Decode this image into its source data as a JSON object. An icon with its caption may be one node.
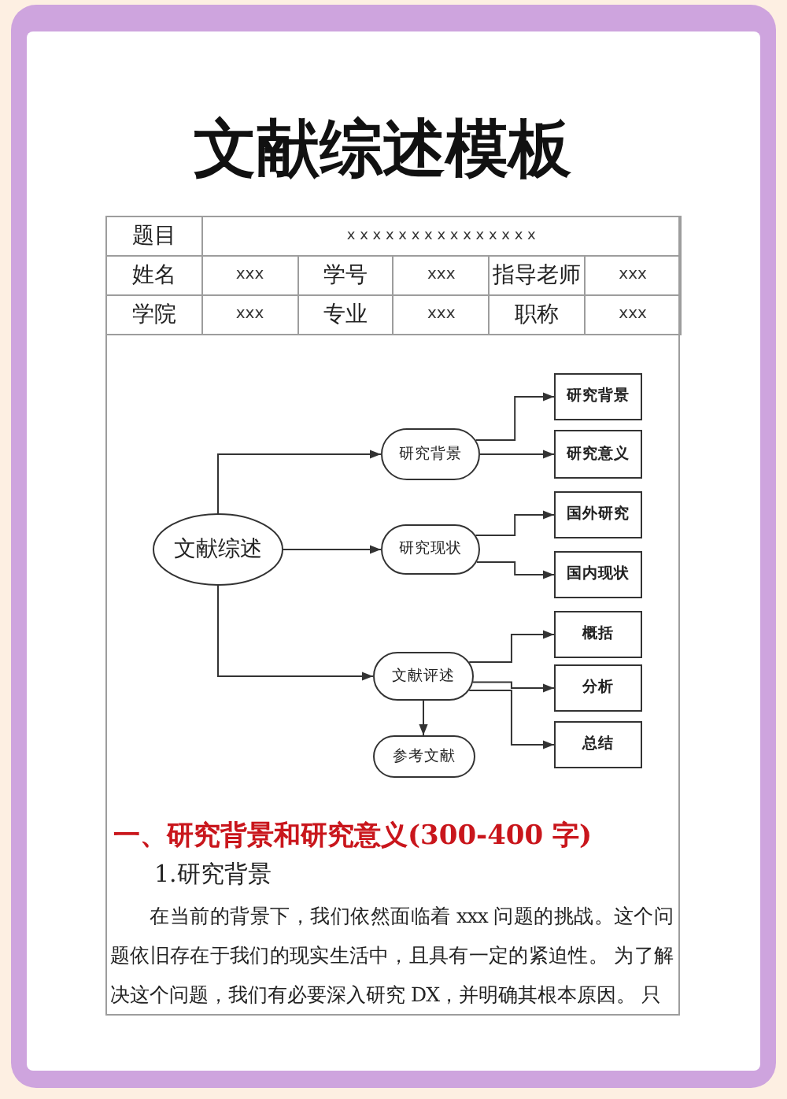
{
  "diagram": {
    "title": "文献综述模板",
    "nodes": [
      {
        "text": [
          "文献综述"
        ]
      },
      {
        "text": [
          "研究背景"
        ]
      },
      {
        "text": [
          "研究现状"
        ]
      },
      {
        "text": [
          "文献评述"
        ]
      },
      {
        "text": [
          "参考文献"
        ]
      },
      {
        "text": [
          "研究背景"
        ]
      },
      {
        "text": [
          "研究意义"
        ]
      },
      {
        "text": [
          "国外研究"
        ]
      },
      {
        "text": [
          "国内现状"
        ]
      },
      {
        "text": [
          "概括"
        ]
      },
      {
        "text": [
          "分析"
        ]
      },
      {
        "text": [
          "总结"
        ]
      }
    ],
    "edges": [
      {
        "from": 0,
        "to": 1,
        "arrow": "to"
      },
      {
        "from": 0,
        "to": 2,
        "arrow": "to"
      },
      {
        "from": 0,
        "to": 3,
        "arrow": "to"
      },
      {
        "from": 1,
        "to": 5,
        "arrow": "to"
      },
      {
        "from": 1,
        "to": 6,
        "arrow": "to"
      },
      {
        "from": 2,
        "to": 7,
        "arrow": "to"
      },
      {
        "from": 2,
        "to": 8,
        "arrow": "to"
      },
      {
        "from": 3,
        "to": 9,
        "arrow": "to"
      },
      {
        "from": 3,
        "to": 10,
        "arrow": "to"
      },
      {
        "from": 3,
        "to": 11,
        "arrow": "to"
      },
      {
        "from": 3,
        "to": 4,
        "arrow": "to"
      }
    ],
    "labels": [
      "题目",
      "x x x x x x x x x x x x x x x",
      "姓名",
      "xxx",
      "学号",
      "xxx",
      "指导老师",
      "xxx",
      "学院",
      "xxx",
      "专业",
      "xxx",
      "职称",
      "xxx",
      "一、研究背景和研究意义(300-400 字)",
      "1.研究背景",
      "在当前的背景下，我们依然面临着 xxx 问题的挑战。这个问题依旧存在于我们的现实生活中，且具有一定的紧迫性。 为了解决这个问题，我们有必要深入研究 DX，并明确其根本原因。 只"
    ]
  }
}
